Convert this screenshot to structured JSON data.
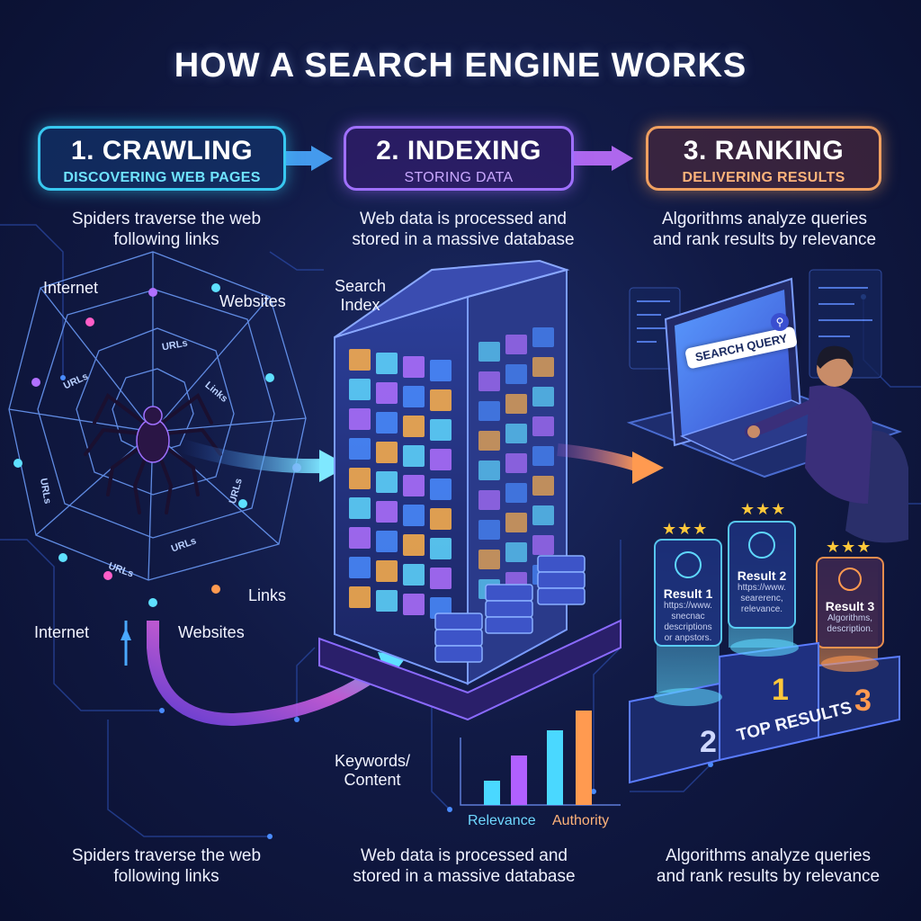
{
  "title": "HOW A SEARCH ENGINE WORKS",
  "steps": [
    {
      "heading": "1. CRAWLING",
      "subheading": "DISCOVERING WEB PAGES",
      "description": [
        "Spiders traverse the web",
        "following links"
      ]
    },
    {
      "heading": "2. INDEXING",
      "subheading": "STORING DATA",
      "description": [
        "Web data is processed and",
        "stored in a massive database"
      ]
    },
    {
      "heading": "3. RANKING",
      "subheading": "DELIVERING RESULTS",
      "description": [
        "Algorithms analyze queries",
        "and rank results by relevance"
      ]
    }
  ],
  "web_labels": {
    "internet_top": "Internet",
    "websites_top": "Websites",
    "links_right": "Links",
    "internet_bottom": "Internet",
    "websites_bottom": "Websites",
    "web_texts": [
      "URLs",
      "URLs",
      "Links",
      "URLs",
      "URLs",
      "URLs",
      "URLs"
    ]
  },
  "index": {
    "label_line1": "Search",
    "label_line2": "Index",
    "keywords_line1": "Keywords/",
    "keywords_line2": "Content"
  },
  "ranking": {
    "search_query": "SEARCH QUERY",
    "results": [
      {
        "title": "Result 1",
        "lines": [
          "https://www.",
          "snecnac",
          "descriptions",
          "or anpstors."
        ]
      },
      {
        "title": "Result 2",
        "lines": [
          "https://www.",
          "searerenc,",
          "relevance."
        ]
      },
      {
        "title": "Result 3",
        "lines": [
          "Algorithms,",
          "description."
        ]
      }
    ],
    "podium_numbers": [
      "2",
      "1",
      "3"
    ],
    "podium_label": "TOP RESULTS"
  },
  "mini_chart": {
    "labels": [
      "Relevance",
      "Authority"
    ]
  },
  "footer": [
    [
      "Spiders traverse the web",
      "following links"
    ],
    [
      "Web data is processed and",
      "stored in a massive database"
    ],
    [
      "Algorithms analyze queries",
      "and rank results by relevance"
    ]
  ],
  "colors": {
    "background": "#111a45",
    "crawl_accent": "#38c8f0",
    "index_accent": "#a070ff",
    "rank_accent": "#f0a060",
    "star": "#ffc83a"
  }
}
